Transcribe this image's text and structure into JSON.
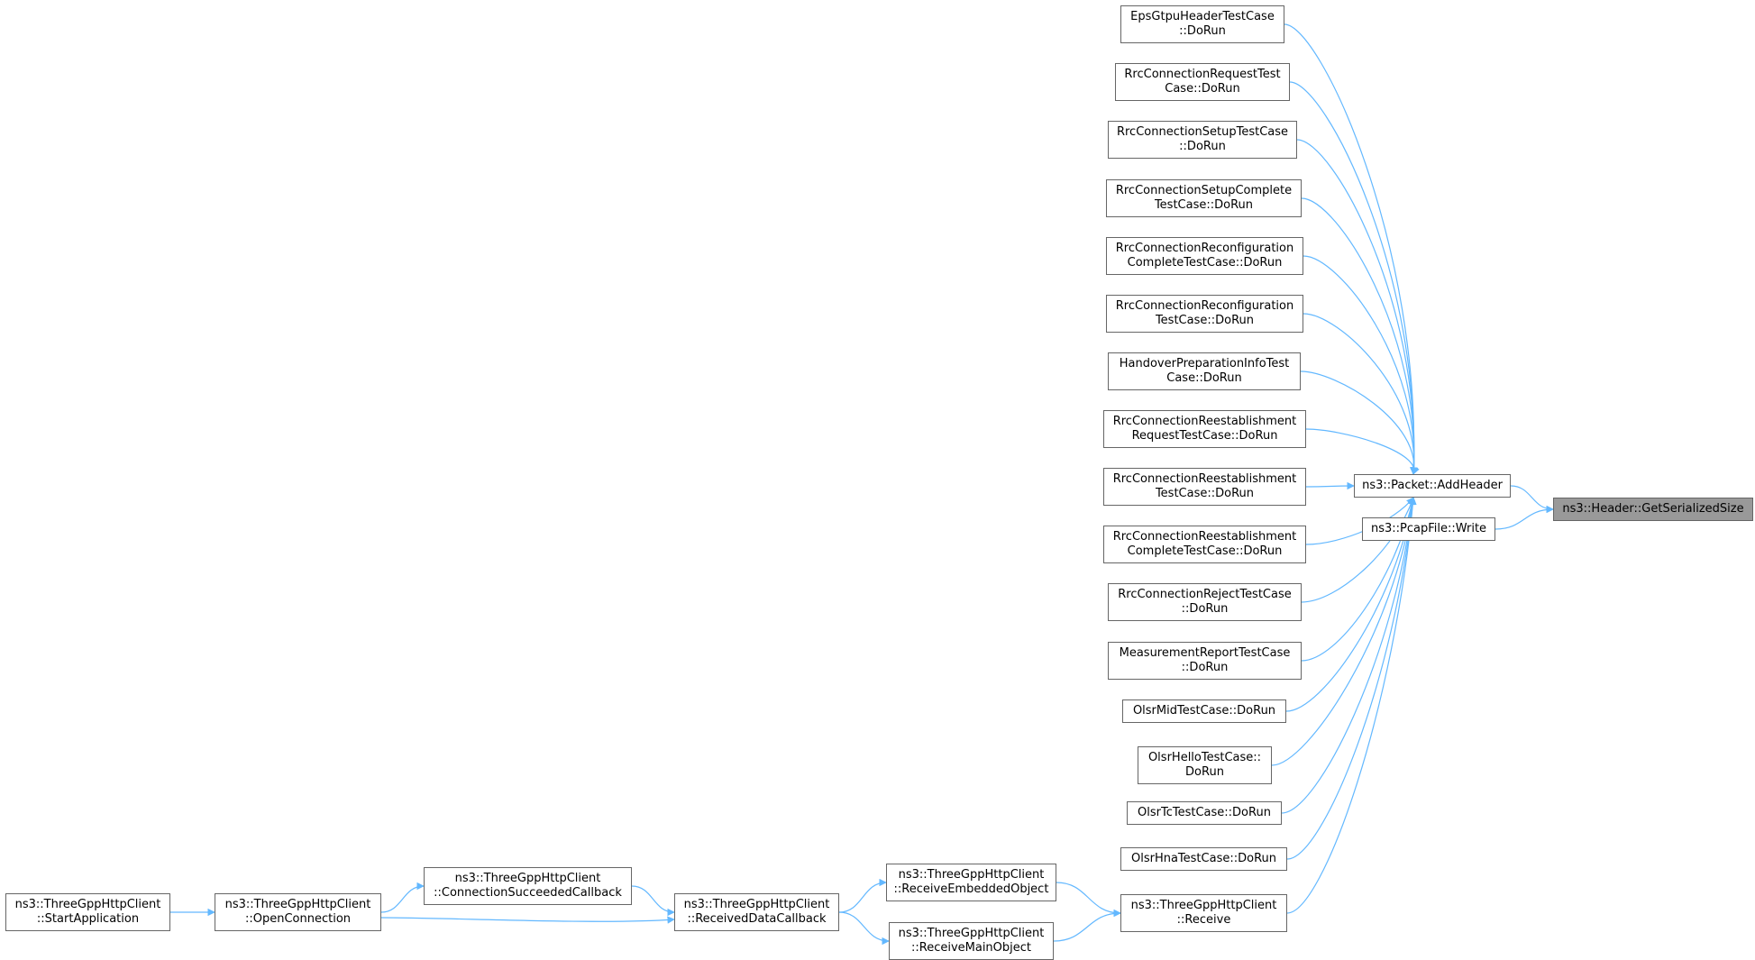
{
  "graph": {
    "target": {
      "lines": [
        "ns3::Header::GetSerializedSize"
      ]
    },
    "callers": [
      {
        "id": "addheader",
        "lines": [
          "ns3::Packet::AddHeader"
        ]
      },
      {
        "id": "pcapwrite",
        "lines": [
          "ns3::PcapFile::Write"
        ]
      }
    ],
    "addheader_callers": [
      {
        "id": "eps",
        "lines": [
          "EpsGtpuHeaderTestCase",
          "::DoRun"
        ]
      },
      {
        "id": "rrc-req",
        "lines": [
          "RrcConnectionRequestTest",
          "Case::DoRun"
        ]
      },
      {
        "id": "rrc-setup",
        "lines": [
          "RrcConnectionSetupTestCase",
          "::DoRun"
        ]
      },
      {
        "id": "rrc-setup-complete",
        "lines": [
          "RrcConnectionSetupComplete",
          "TestCase::DoRun"
        ]
      },
      {
        "id": "rrc-reconf-complete",
        "lines": [
          "RrcConnectionReconfiguration",
          "CompleteTestCase::DoRun"
        ]
      },
      {
        "id": "rrc-reconf",
        "lines": [
          "RrcConnectionReconfiguration",
          "TestCase::DoRun"
        ]
      },
      {
        "id": "handover",
        "lines": [
          "HandoverPreparationInfoTest",
          "Case::DoRun"
        ]
      },
      {
        "id": "rrc-reest-req",
        "lines": [
          "RrcConnectionReestablishment",
          "RequestTestCase::DoRun"
        ]
      },
      {
        "id": "rrc-reest",
        "lines": [
          "RrcConnectionReestablishment",
          "TestCase::DoRun"
        ]
      },
      {
        "id": "rrc-reest-complete",
        "lines": [
          "RrcConnectionReestablishment",
          "CompleteTestCase::DoRun"
        ]
      },
      {
        "id": "rrc-reject",
        "lines": [
          "RrcConnectionRejectTestCase",
          "::DoRun"
        ]
      },
      {
        "id": "meas-report",
        "lines": [
          "MeasurementReportTestCase",
          "::DoRun"
        ]
      },
      {
        "id": "olsr-mid",
        "lines": [
          "OlsrMidTestCase::DoRun"
        ]
      },
      {
        "id": "olsr-hello",
        "lines": [
          "OlsrHelloTestCase::",
          "DoRun"
        ]
      },
      {
        "id": "olsr-tc",
        "lines": [
          "OlsrTcTestCase::DoRun"
        ]
      },
      {
        "id": "olsr-hna",
        "lines": [
          "OlsrHnaTestCase::DoRun"
        ]
      },
      {
        "id": "http-receive",
        "lines": [
          "ns3::ThreeGppHttpClient",
          "::Receive"
        ]
      }
    ],
    "http_chain": [
      {
        "id": "http-embedded",
        "lines": [
          "ns3::ThreeGppHttpClient",
          "::ReceiveEmbeddedObject"
        ]
      },
      {
        "id": "http-mainobj",
        "lines": [
          "ns3::ThreeGppHttpClient",
          "::ReceiveMainObject"
        ]
      },
      {
        "id": "http-received-data",
        "lines": [
          "ns3::ThreeGppHttpClient",
          "::ReceivedDataCallback"
        ]
      },
      {
        "id": "http-conn-succeeded",
        "lines": [
          "ns3::ThreeGppHttpClient",
          "::ConnectionSucceededCallback"
        ]
      },
      {
        "id": "http-open",
        "lines": [
          "ns3::ThreeGppHttpClient",
          "::OpenConnection"
        ]
      },
      {
        "id": "http-start",
        "lines": [
          "ns3::ThreeGppHttpClient",
          "::StartApplication"
        ]
      }
    ],
    "edges": [
      [
        "addheader",
        "target"
      ],
      [
        "pcapwrite",
        "target"
      ],
      [
        "eps",
        "addheader"
      ],
      [
        "rrc-req",
        "addheader"
      ],
      [
        "rrc-setup",
        "addheader"
      ],
      [
        "rrc-setup-complete",
        "addheader"
      ],
      [
        "rrc-reconf-complete",
        "addheader"
      ],
      [
        "rrc-reconf",
        "addheader"
      ],
      [
        "handover",
        "addheader"
      ],
      [
        "rrc-reest-req",
        "addheader"
      ],
      [
        "rrc-reest",
        "addheader"
      ],
      [
        "rrc-reest-complete",
        "addheader"
      ],
      [
        "rrc-reject",
        "addheader"
      ],
      [
        "meas-report",
        "addheader"
      ],
      [
        "olsr-mid",
        "addheader"
      ],
      [
        "olsr-hello",
        "addheader"
      ],
      [
        "olsr-tc",
        "addheader"
      ],
      [
        "olsr-hna",
        "addheader"
      ],
      [
        "http-receive",
        "addheader"
      ],
      [
        "http-embedded",
        "http-receive"
      ],
      [
        "http-mainobj",
        "http-receive"
      ],
      [
        "http-received-data",
        "http-embedded"
      ],
      [
        "http-received-data",
        "http-mainobj"
      ],
      [
        "http-conn-succeeded",
        "http-received-data"
      ],
      [
        "http-open",
        "http-received-data"
      ],
      [
        "http-open",
        "http-conn-succeeded"
      ],
      [
        "http-start",
        "http-open"
      ]
    ],
    "colors": {
      "edge": "#63b8ff",
      "node_border": "#666666",
      "target_fill": "#999999"
    }
  }
}
